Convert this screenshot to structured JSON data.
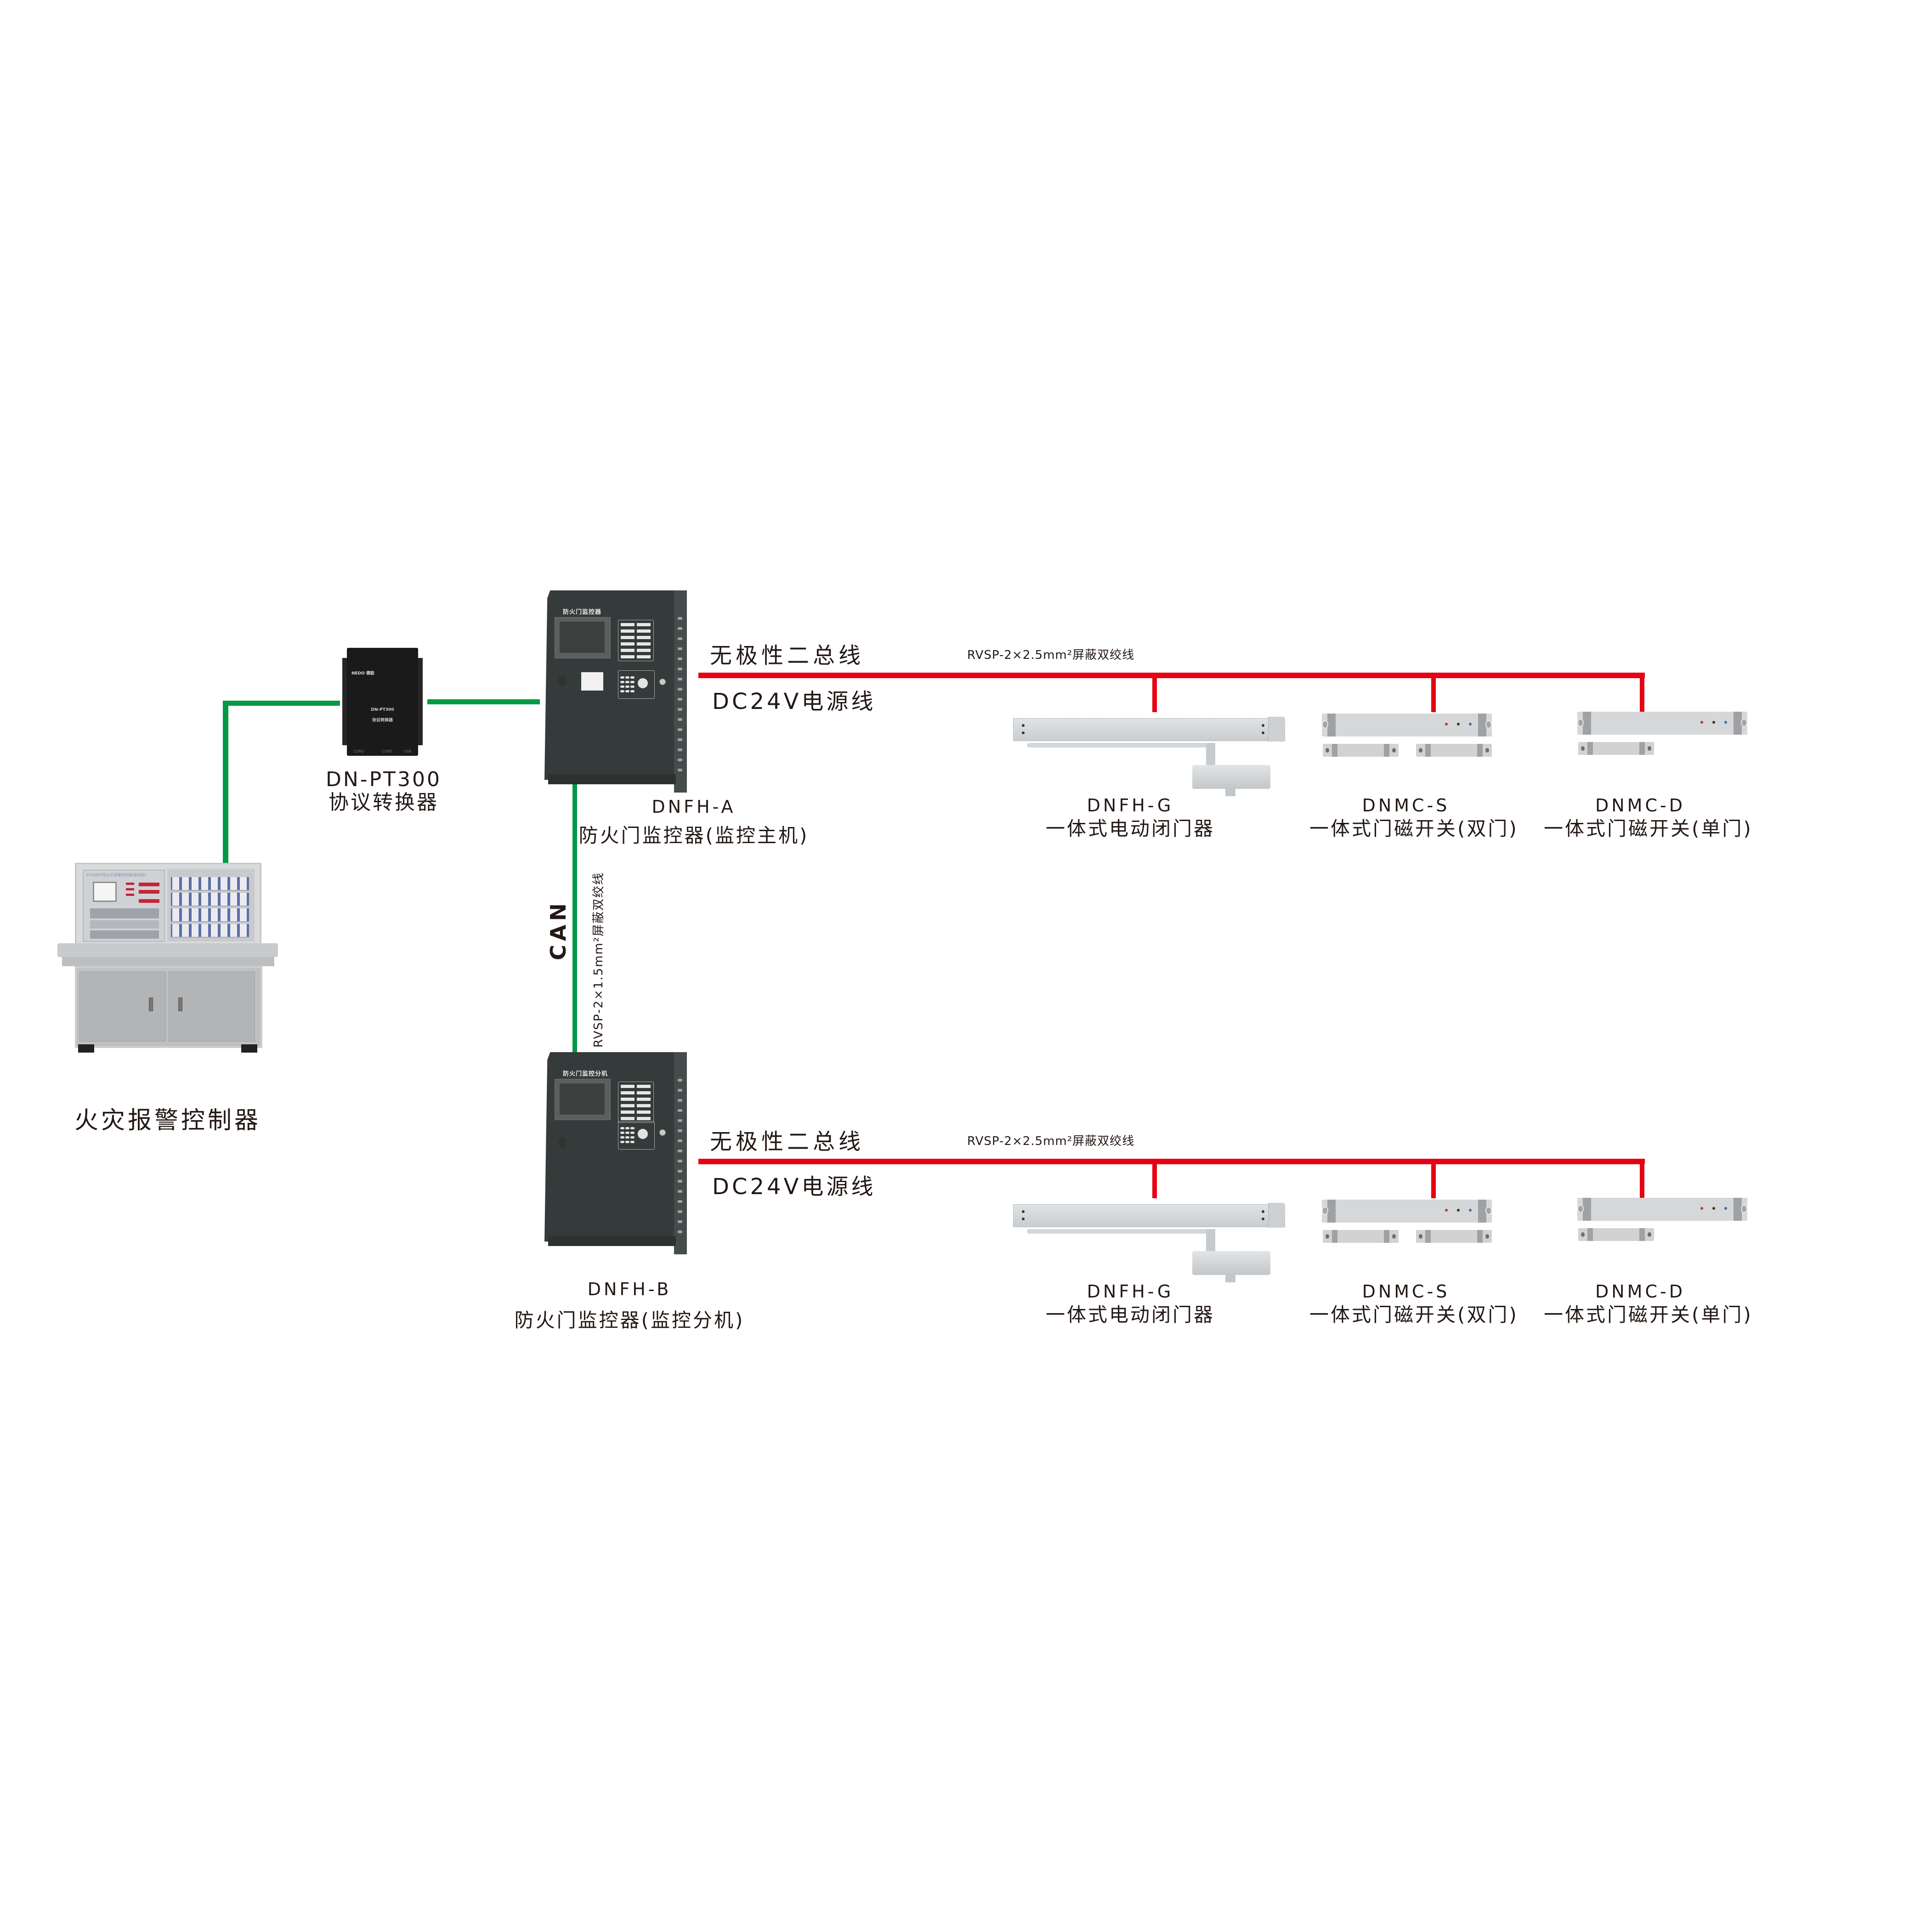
{
  "colors": {
    "data_wire": "#009944",
    "power_bus_wire": "#e60012",
    "text": "#231815",
    "background": "#ffffff"
  },
  "devices": {
    "fire_alarm_controller": {
      "name": "火灾报警控制器",
      "panel_caption": "EI-6000T型火灾报警控制器(联动型)"
    },
    "protocol_converter": {
      "model": "DN-PT300",
      "name": "协议转换器",
      "brand": "NEDO 德能",
      "face_model": "DN-PT300",
      "face_name": "协议转换器",
      "ports": [
        "COM2",
        "COM1",
        "USB"
      ]
    },
    "monitor_master": {
      "model": "DNFH-A",
      "name": "防火门监控器(监控主机)",
      "face_title": "防火门监控器"
    },
    "monitor_slave": {
      "model": "DNFH-B",
      "name": "防火门监控器(监控分机)",
      "face_title": "防火门监控分机"
    }
  },
  "links": {
    "can": {
      "label": "CAN",
      "cable": "RVSP-2×1.5mm²屏蔽双绞线"
    },
    "bus_top": {
      "label_bus": "无极性二总线",
      "label_power": "DC24V电源线",
      "cable": "RVSP-2×2.5mm²屏蔽双绞线"
    },
    "bus_bottom": {
      "label_bus": "无极性二总线",
      "label_power": "DC24V电源线",
      "cable": "RVSP-2×2.5mm²屏蔽双绞线"
    }
  },
  "field_devices_top": [
    {
      "model": "DNFH-G",
      "name": "一体式电动闭门器",
      "type": "door-closer"
    },
    {
      "model": "DNMC-S",
      "name": "一体式门磁开关(双门)",
      "type": "magnetic-switch-double"
    },
    {
      "model": "DNMC-D",
      "name": "一体式门磁开关(单门)",
      "type": "magnetic-switch-single"
    }
  ],
  "field_devices_bottom": [
    {
      "model": "DNFH-G",
      "name": "一体式电动闭门器",
      "type": "door-closer"
    },
    {
      "model": "DNMC-S",
      "name": "一体式门磁开关(双门)",
      "type": "magnetic-switch-double"
    },
    {
      "model": "DNMC-D",
      "name": "一体式门磁开关(单门)",
      "type": "magnetic-switch-single"
    }
  ]
}
